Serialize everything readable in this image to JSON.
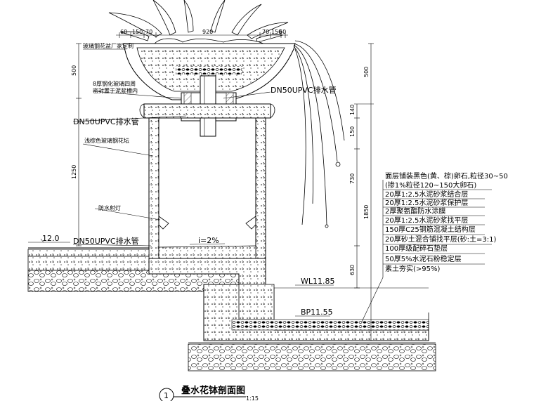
{
  "top_dims": [
    "60",
    "150",
    "70",
    "920",
    "70",
    "150",
    "60"
  ],
  "left_labels": {
    "frp_basin": "玻璃钢花盆厂家定制",
    "glass_ring_1": "8厚钢化玻璃四周",
    "glass_ring_2": "密封置于泥浆槽内",
    "pipe_upper": "DN50UPVC排水管",
    "wall_tile": "浅棕色玻璃钢花坛",
    "light": "防水射灯",
    "pipe_lower": "DN50UPVC排水管"
  },
  "right_labels": {
    "pipe": "DN50UPVC排水管"
  },
  "left_vdims": [
    "500",
    "1250"
  ],
  "right_vdims": [
    "500",
    "140",
    "150",
    "730",
    "1850",
    "630"
  ],
  "elevations": {
    "ground": "12.0",
    "water": "WL11.85",
    "bottom": "BP11.55"
  },
  "slope": "i=2%",
  "spec_lines": [
    "面层铺装黑色(黄、棕)卵石,粒径30~50",
    "(掺1%粒径120~150大卵石)",
    "20厚1:2.5水泥砂浆结合层",
    "20厚1:2.5水泥砂浆保护层",
    "2厚聚氨酯防水涂膜",
    "20厚1:2.5水泥砂浆找平层",
    "150厚C25钢筋混凝土结构层",
    "20厚砂土混合铺找平层(砂:土=3:1)",
    "100厚级配碎石垫层",
    "50厚5%水泥石粉稳定层",
    "素土夯实(>95%)"
  ],
  "title": {
    "number": "1",
    "text": "叠水花钵剖面图",
    "scale": "1:15"
  }
}
